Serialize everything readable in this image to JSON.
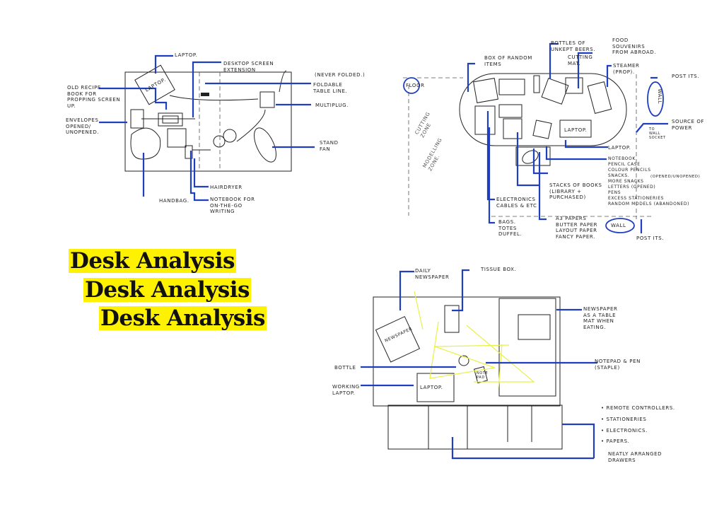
{
  "titles": [
    "Desk Analysis",
    "Desk Analysis",
    "Desk Analysis"
  ],
  "sketch1": {
    "laptop_label": "LAPTOP.",
    "laptop_inner": "LAPTOP.",
    "desktop_ext": "DESKTOP SCREEN\nEXTENSION",
    "never_folded": "(NEVER FOLDED.)",
    "foldable": "FOLDABLE\nTABLE LINE.",
    "multiplug": "MULTIPLUG.",
    "recipe": "OLD RECIPE\nBOOK FOR\nPROPPING SCREEN\nUP.",
    "envelopes": "ENVELOPES\nOPENED/\nUNOPENED.",
    "fan": "STAND\nFAN",
    "hairdryer": "HAIRDRYER",
    "notebook": "NOTEBOOK FOR\nON-THE-GO\nWRITING",
    "handbag": "HANDBAG."
  },
  "sketch2": {
    "floor": "FLOOR",
    "wall_right": "WALL",
    "wall_bottom": "WALL",
    "box": "BOX OF RANDOM\nITEMS",
    "bottles": "BOTTLES OF\nUNKEPT BEERS.",
    "cutting_mat": "CUTTING\nMAT.",
    "food": "FOOD\nSOUVENIRS\nFROM ABROAD.",
    "steamer": "STEAMER\n(PROP).",
    "post_its_right": "POST ITS.",
    "post_its_bottom": "POST ITS.",
    "power": "SOURCE OF\nPOWER",
    "to_wall": "TO\nWALL\nSOCKET",
    "laptop_inner": "LAPTOP.",
    "laptop": "LAPTOP.",
    "items_list": "NOTEBOOK\nPENCIL CASE\nCOLOUR PENCILS\nSNACKS.\nMORE SNACKS\nLETTERS (OPENED)\nPENS\nEXCESS STATIONERIES\nRANDOM MODELS (ABANDONED)",
    "opened_unopened": "(OPENED/UNOPENED)",
    "zones": "CUTTING\nZONE",
    "modelling": "MODELLING\nZONE.",
    "electronics": "ELECTRONICS\nCABLES & ETC",
    "stacks": "STACKS OF BOOKS\n(LIBRARY +\nPURCHASED)",
    "bags": "BAGS.\nTOTES\nDUFFEL.",
    "papers": "A3 PAPERS\nBUTTER PAPER\nLAYOUT PAPER\nFANCY PAPER."
  },
  "sketch3": {
    "daily": "DAILY\nNEWSPAPER",
    "newspaper_inner": "NEWSPAPER",
    "tissue": "TISSUE BOX.",
    "table_mat": "NEWSPAPER\nAS A TABLE\nMAT WHEN\nEATING.",
    "bottle": "BOTTLE",
    "notepad": "NOTEPAD & PEN\n(STAPLE)",
    "notepad_inner": "NOTE\nPAD",
    "working": "WORKING\nLAPTOP.",
    "laptop_inner": "LAPTOP.",
    "drawer_items": [
      "• REMOTE CONTROLLERS.",
      "• STATIONERIES",
      "• ELECTRONICS.",
      "• PAPERS."
    ],
    "drawers": "NEATLY ARRANGED\nDRAWERS"
  },
  "colors": {
    "ink": "#222222",
    "pen_blue": "#1f3fbf",
    "highlight": "#fff200",
    "yellow_trace": "#e8f04a"
  }
}
